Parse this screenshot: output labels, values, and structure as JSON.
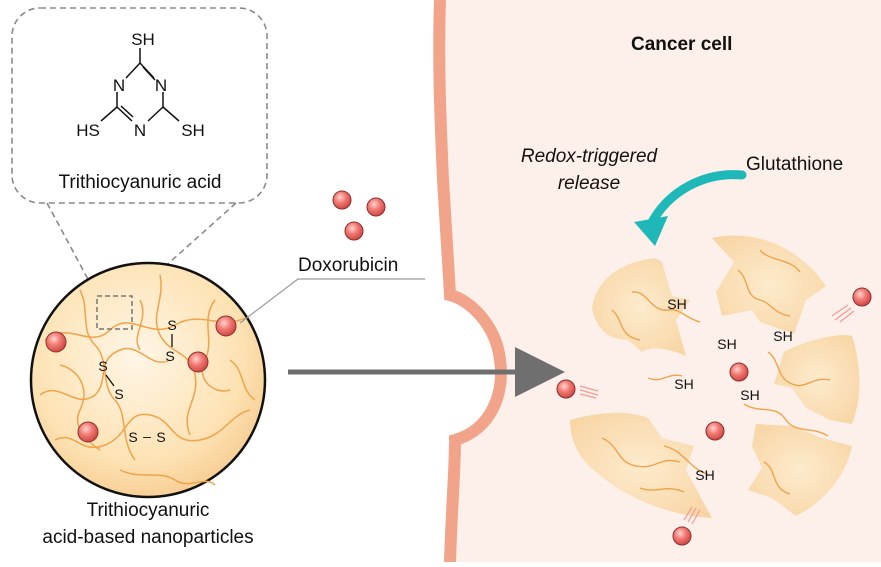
{
  "labels": {
    "cancer_cell": "Cancer cell",
    "redox_line1": "Redox-triggered",
    "redox_line2": "release",
    "glutathione": "Glutathione",
    "doxorubicin": "Doxorubicin",
    "molecule_name": "Trithiocyanuric acid",
    "nanoparticle_line1": "Trithiocyanuric",
    "nanoparticle_line2": "acid-based nanoparticles"
  },
  "molecule": {
    "top_group": "SH",
    "left_group": "HS",
    "right_group": "SH",
    "ring_atom": "N"
  },
  "nanoparticle_bonds": {
    "atom": "S",
    "dash": "–"
  },
  "released_thiols": [
    "SH",
    "SH",
    "SH",
    "SH",
    "SH",
    "SH"
  ],
  "colors": {
    "membrane": "#f2a48a",
    "cytoplasm": "#fdf0ea",
    "particle_fill": "#fde3b8",
    "strand": "#f0a34a",
    "drug": "#e05a5a",
    "arrow_gray": "#6f6f6f",
    "teal_arrow": "#1fb8b8"
  }
}
